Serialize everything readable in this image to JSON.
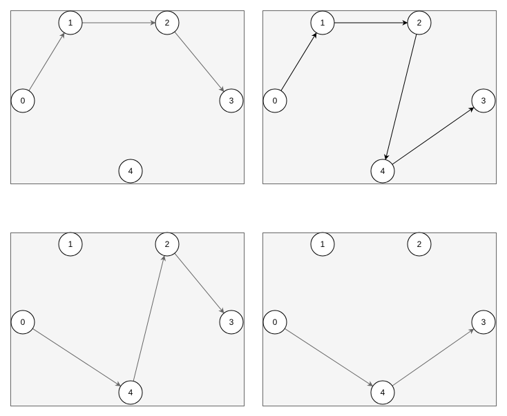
{
  "diagram": {
    "panels": [
      {
        "id": "a",
        "nodes": [
          {
            "id": 0,
            "label": "0"
          },
          {
            "id": 1,
            "label": "1"
          },
          {
            "id": 2,
            "label": "2"
          },
          {
            "id": 3,
            "label": "3"
          },
          {
            "id": 4,
            "label": "4"
          }
        ],
        "edges": [
          {
            "from": 0,
            "to": 1,
            "color": "#666666"
          },
          {
            "from": 1,
            "to": 2,
            "color": "#666666"
          },
          {
            "from": 2,
            "to": 3,
            "color": "#666666"
          }
        ]
      },
      {
        "id": "b",
        "nodes": [
          {
            "id": 0,
            "label": "0"
          },
          {
            "id": 1,
            "label": "1"
          },
          {
            "id": 2,
            "label": "2"
          },
          {
            "id": 3,
            "label": "3"
          },
          {
            "id": 4,
            "label": "4"
          }
        ],
        "edges": [
          {
            "from": 0,
            "to": 1,
            "color": "#000000"
          },
          {
            "from": 1,
            "to": 2,
            "color": "#000000"
          },
          {
            "from": 2,
            "to": 4,
            "color": "#000000"
          },
          {
            "from": 4,
            "to": 3,
            "color": "#000000"
          }
        ]
      },
      {
        "id": "c",
        "nodes": [
          {
            "id": 0,
            "label": "0"
          },
          {
            "id": 1,
            "label": "1"
          },
          {
            "id": 2,
            "label": "2"
          },
          {
            "id": 3,
            "label": "3"
          },
          {
            "id": 4,
            "label": "4"
          }
        ],
        "edges": [
          {
            "from": 0,
            "to": 4,
            "color": "#666666"
          },
          {
            "from": 4,
            "to": 2,
            "color": "#666666"
          },
          {
            "from": 2,
            "to": 3,
            "color": "#666666"
          }
        ]
      },
      {
        "id": "d",
        "nodes": [
          {
            "id": 0,
            "label": "0"
          },
          {
            "id": 1,
            "label": "1"
          },
          {
            "id": 2,
            "label": "2"
          },
          {
            "id": 3,
            "label": "3"
          },
          {
            "id": 4,
            "label": "4"
          }
        ],
        "edges": [
          {
            "from": 0,
            "to": 4,
            "color": "#666666"
          },
          {
            "from": 4,
            "to": 3,
            "color": "#666666"
          }
        ]
      }
    ],
    "colors": {
      "panel_fill": "#f5f5f5",
      "panel_border": "#666666"
    }
  }
}
